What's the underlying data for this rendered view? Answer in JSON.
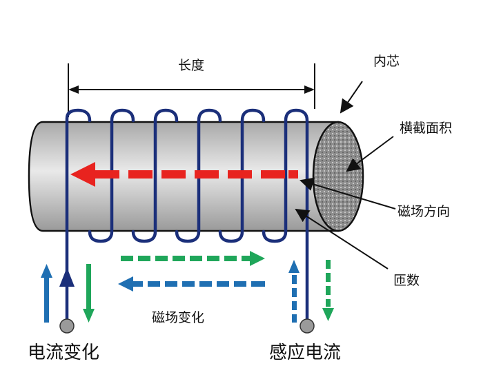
{
  "labels": {
    "length": "长度",
    "core": "内芯",
    "cross_section": "横截面积",
    "field_direction": "磁场方向",
    "turns": "匝数",
    "field_change": "磁场变化",
    "current_change": "电流变化",
    "induced_current": "感应电流"
  },
  "colors": {
    "coil": "#1b2f7a",
    "field_arrow": "#e8231f",
    "green_arrow": "#1fa65a",
    "blue_arrow": "#1f6fb2",
    "cylinder_body": "#d7d7d7",
    "cross_section_fill": "#8e8e8e"
  }
}
